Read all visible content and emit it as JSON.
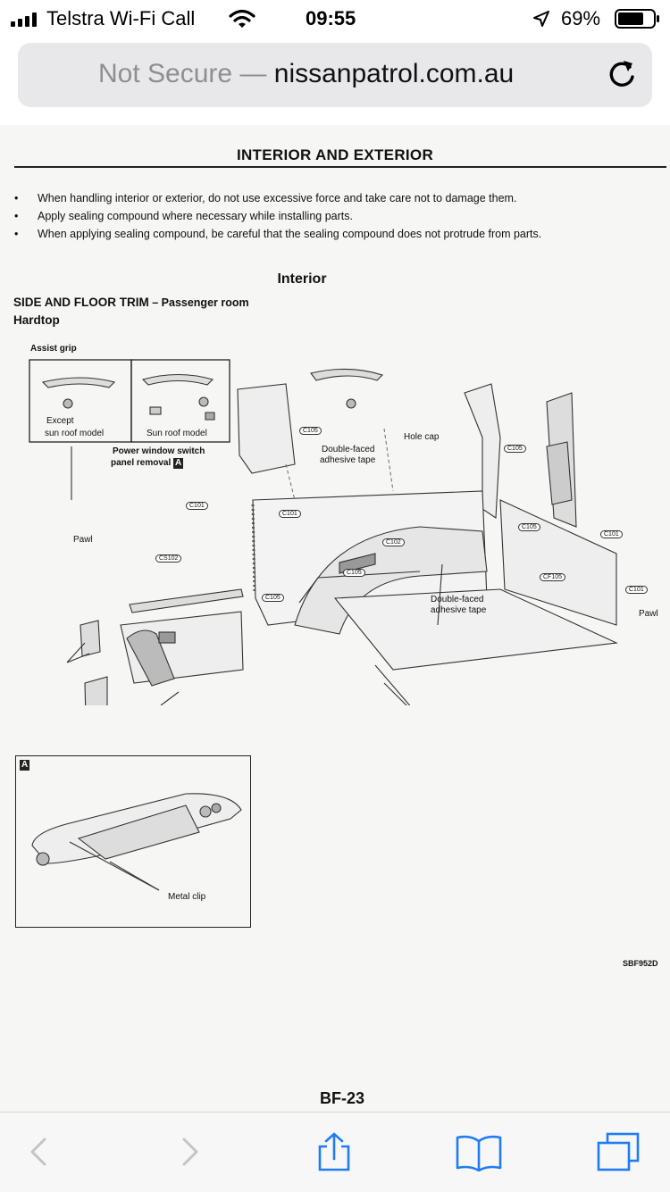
{
  "status_bar": {
    "carrier": "Telstra Wi-Fi Call",
    "time": "09:55",
    "battery": "69%",
    "icons": [
      "signal-icon",
      "wifi-icon",
      "location-arrow-icon",
      "battery-icon"
    ]
  },
  "address_bar": {
    "security": "Not Secure",
    "separator": "—",
    "host": "nissanpatrol.com.au",
    "reload_icon": "reload-icon"
  },
  "document": {
    "title": "INTERIOR AND EXTERIOR",
    "bullets": [
      "When handling interior or exterior, do not use excessive force and take care not to damage them.",
      "Apply sealing compound where necessary while installing parts.",
      "When applying sealing compound, be careful that the sealing compound does not protrude from parts."
    ],
    "bullet_symbol": "•",
    "section_title": "Interior",
    "subsection_main": "SIDE AND FLOOR TRIM",
    "subsection_dash": " – ",
    "subsection_rest": "Passenger room",
    "subsection_2": "Hardtop",
    "figure_labels": {
      "assist_grip": "Assist grip",
      "except_sun_roof_1": "Except",
      "except_sun_roof_2": "sun roof model",
      "sun_roof_model": "Sun roof model",
      "power_window_1": "Power window switch",
      "power_window_2": "panel removal",
      "tag_a": "A",
      "double_faced_1": "Double-faced",
      "double_faced_2": "adhesive tape",
      "hole_cap": "Hole cap",
      "pawl_left": "Pawl",
      "pawl_right": "Pawl",
      "double_faced_b1": "Double-faced",
      "double_faced_b2": "adhesive tape",
      "metal_clip": "Metal clip",
      "figure_code": "SBF952D"
    },
    "clip_codes": [
      "C105",
      "C105",
      "C101",
      "C101",
      "CS102",
      "C102",
      "C105",
      "C105",
      "C105",
      "C101",
      "CF105",
      "C101"
    ],
    "page_number": "BF-23"
  },
  "toolbar": {
    "back_icon": "chevron-left-icon",
    "forward_icon": "chevron-right-icon",
    "share_icon": "share-icon",
    "bookmarks_icon": "book-icon",
    "tabs_icon": "tabs-icon"
  },
  "colors": {
    "ios_blue": "#1f7cf6",
    "url_bar_bg": "#e8e8ea",
    "dim_text": "#8e8e93",
    "disabled_icon": "#c4c4c7"
  }
}
